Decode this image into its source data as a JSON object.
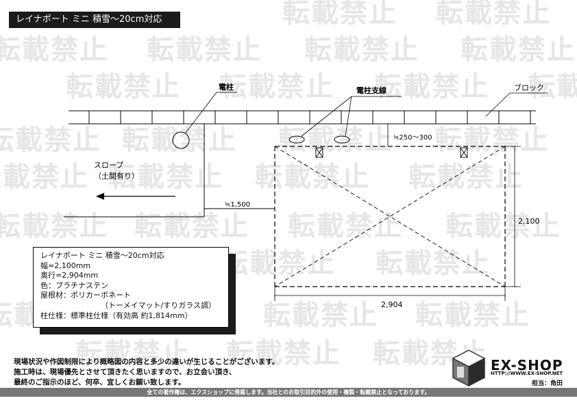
{
  "title": "レイナポート ミニ 積雪〜20cm対応",
  "watermark": "転載禁止",
  "labels": {
    "pole": "電柱",
    "guy_wire": "電柱支線",
    "block": "ブロック",
    "slope": "スロープ",
    "slope_note": "（土間有り）",
    "gap": "≒250〜300",
    "offset": "≒1,500",
    "depth": "2,100",
    "width": "2,904"
  },
  "spec": {
    "name": "レイナポート ミニ 積雪〜20cm対応",
    "width": "幅=2,100mm",
    "depth": "奥行=2,904mm",
    "color": "色：プラチナステン",
    "roof": "屋根材：ポリカーボネート",
    "roof_note": "（トーメイマット/すりガラス調）",
    "post": "柱仕様：標準柱仕様（有効高 約1,814mm）"
  },
  "notes": [
    "現場状況や作図制限により概略図の内容と多少の違いが生じることがございます。",
    "施工時は、現場優先とさせて頂きたく思いますので、お立会い頂き、",
    "最終のご指示のほど、何卒、宜しくお願い致します。"
  ],
  "footer": "全ての著作権は、エクスショップに帰属します。当社とのお取引目的外の使用・複製・転載禁止となっております。",
  "logo": {
    "name": "EX-SHOP",
    "url": "HTTP://WWW.EX-SHOP.NET",
    "person": "担当：角田"
  }
}
